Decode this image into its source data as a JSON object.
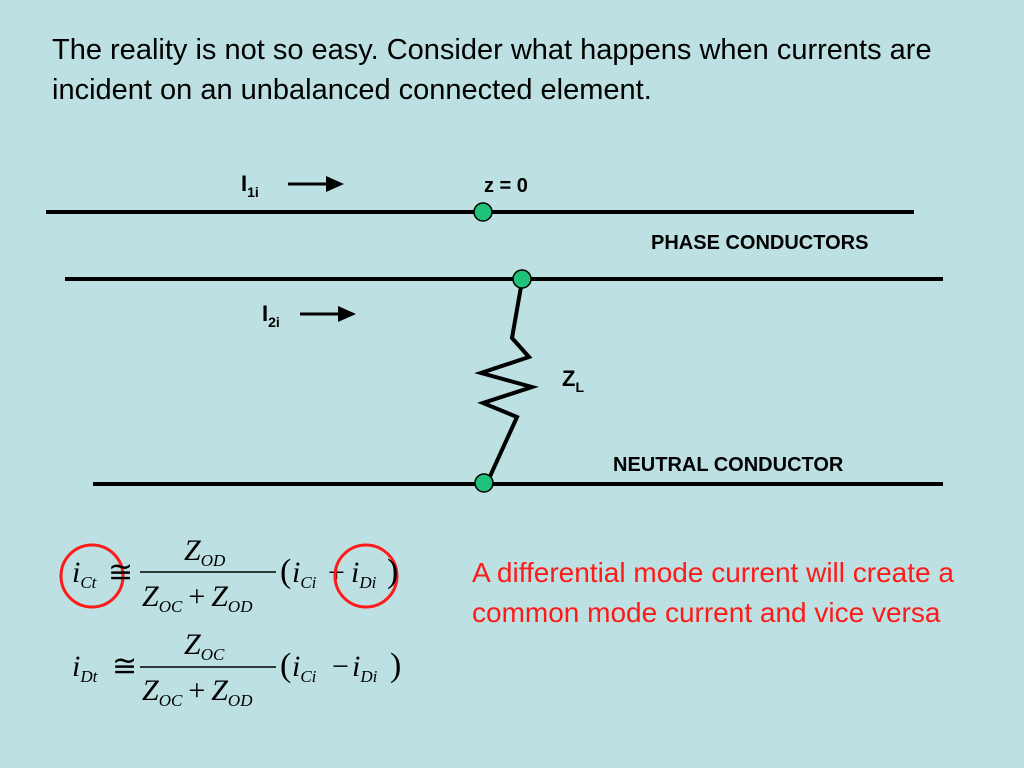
{
  "intro_text": "The reality is not so easy.  Consider what happens when currents are incident on an unbalanced connected element.",
  "labels": {
    "i1_main": "I",
    "i1_sub": "1i",
    "i2_main": "I",
    "i2_sub": "2i",
    "z0": "z = 0",
    "phase": "PHASE CONDUCTORS",
    "zl_main": "Z",
    "zl_sub": "L",
    "neutral": "NEUTRAL CONDUCTOR"
  },
  "equations": {
    "eq1": {
      "lhs_main": "i",
      "lhs_sub": "Ct",
      "approx": "≅",
      "num_main": "Z",
      "num_sub": "OD",
      "den_a_main": "Z",
      "den_a_sub": "OC",
      "plus": "+",
      "den_b_main": "Z",
      "den_b_sub": "OD",
      "lparen": "(",
      "t1_main": "i",
      "t1_sub": "Ci",
      "op": "+",
      "t2_main": "i",
      "t2_sub": "Di",
      "rparen": ")"
    },
    "eq2": {
      "lhs_main": "i",
      "lhs_sub": "Dt",
      "approx": "≅",
      "num_main": "Z",
      "num_sub": "OC",
      "den_a_main": "Z",
      "den_a_sub": "OC",
      "plus": "+",
      "den_b_main": "Z",
      "den_b_sub": "OD",
      "lparen": "(",
      "t1_main": "i",
      "t1_sub": "Ci",
      "op": "−",
      "t2_main": "i",
      "t2_sub": "Di",
      "rparen": ")"
    }
  },
  "note_text": "A differential mode current will create a common mode current and vice versa",
  "colors": {
    "background": "#bde0e2",
    "node_fill": "#1fc27a",
    "highlight": "#ff1a1a",
    "note": "#ff1a1a"
  }
}
